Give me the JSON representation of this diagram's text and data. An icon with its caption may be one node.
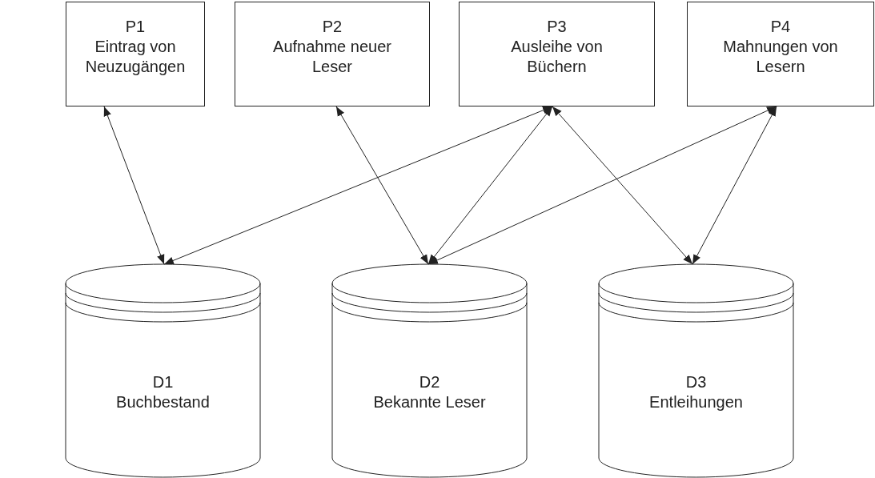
{
  "diagram": {
    "nodes": [
      {
        "text": [
          "P1",
          "Eintrag von Neuzugängen"
        ]
      },
      {
        "text": [
          "P2",
          "Aufnahme neuer Leser"
        ]
      },
      {
        "text": [
          "P3",
          "Ausleihe von Büchern"
        ]
      },
      {
        "text": [
          "P4",
          "Mahnungen von Lesern"
        ]
      },
      {
        "text": [
          "D1",
          "Buchbestand"
        ]
      },
      {
        "text": [
          "D2",
          "Bekannte Leser"
        ]
      },
      {
        "text": [
          "D3",
          "Entleihungen"
        ]
      }
    ],
    "edges": [
      {
        "from": 0,
        "to": 4,
        "arrow": "both"
      },
      {
        "from": 2,
        "to": 4,
        "arrow": "both"
      },
      {
        "from": 1,
        "to": 5,
        "arrow": "both"
      },
      {
        "from": 2,
        "to": 5,
        "arrow": "both"
      },
      {
        "from": 3,
        "to": 5,
        "arrow": "both"
      },
      {
        "from": 2,
        "to": 6,
        "arrow": "both"
      },
      {
        "from": 3,
        "to": 6,
        "arrow": "both"
      }
    ]
  }
}
